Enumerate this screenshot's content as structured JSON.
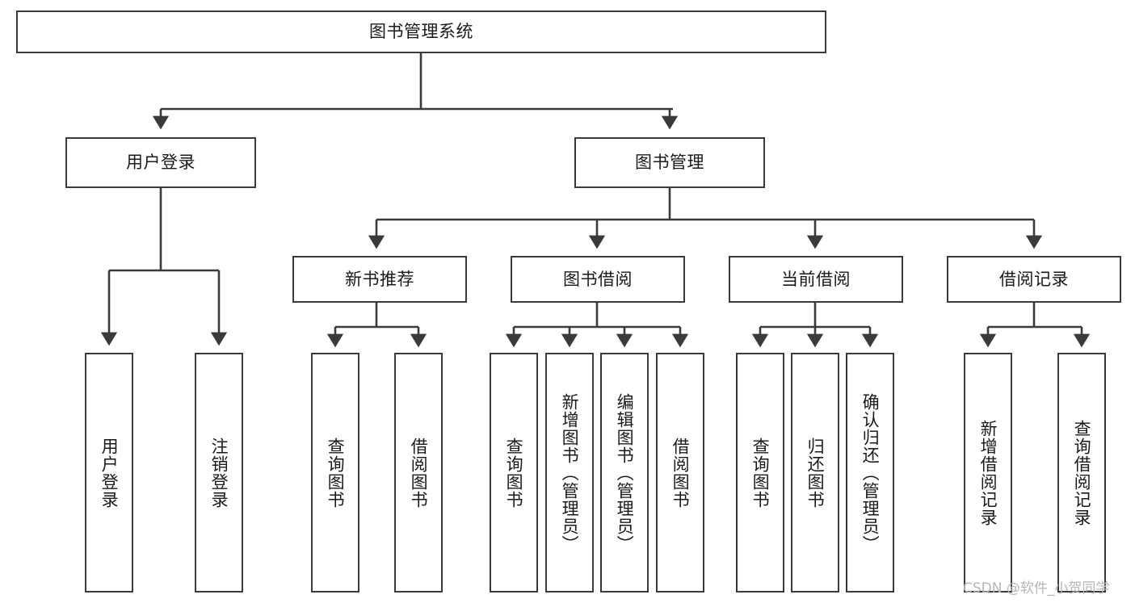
{
  "diagram": {
    "type": "tree",
    "title": "图书管理系统",
    "style": {
      "box_fill": "#ffffff",
      "box_stroke": "#3a3a3a",
      "text_color": "#1a1a1a",
      "connector_color": "#3a3a3a",
      "background": "#ffffff"
    },
    "nodes": {
      "root": {
        "label": "图书管理系统"
      },
      "level2": [
        {
          "label": "用户登录"
        },
        {
          "label": "图书管理"
        }
      ],
      "level3": [
        {
          "label": "新书推荐"
        },
        {
          "label": "图书借阅"
        },
        {
          "label": "当前借阅"
        },
        {
          "label": "借阅记录"
        }
      ],
      "leaves_user_login": [
        {
          "label": "用户登录"
        },
        {
          "label": "注销登录"
        }
      ],
      "leaves_new_books": [
        {
          "label": "查询图书"
        },
        {
          "label": "借阅图书"
        }
      ],
      "leaves_borrow": [
        {
          "label": "查询图书"
        },
        {
          "label": "新增图书（管理员）"
        },
        {
          "label": "编辑图书（管理员）"
        },
        {
          "label": "借阅图书"
        }
      ],
      "leaves_current": [
        {
          "label": "查询图书"
        },
        {
          "label": "归还图书"
        },
        {
          "label": "确认归还（管理员）"
        }
      ],
      "leaves_records": [
        {
          "label": "新增借阅记录"
        },
        {
          "label": "查询借阅记录"
        }
      ]
    }
  },
  "watermark": {
    "text": "CSDN @软件_小贺同学"
  }
}
